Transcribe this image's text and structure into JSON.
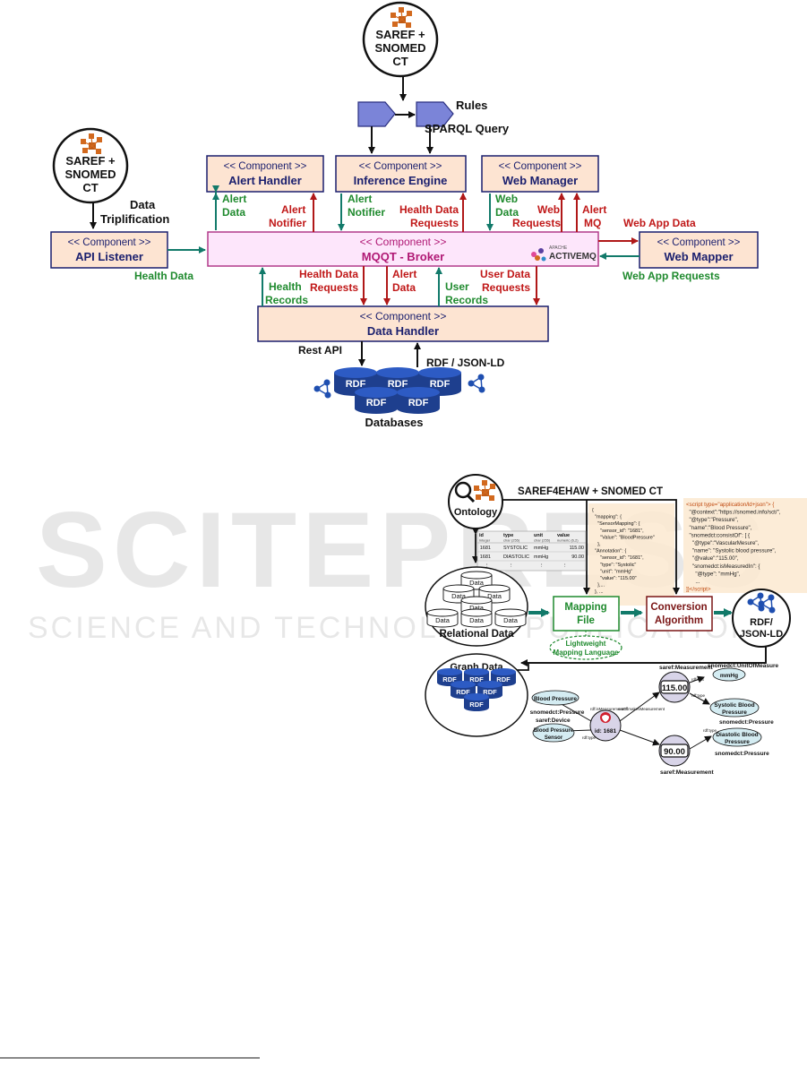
{
  "top_ontology": {
    "line1": "SAREF +",
    "line2": "SNOMED",
    "line3": "CT"
  },
  "left_ontology": {
    "line1": "SAREF +",
    "line2": "SNOMED",
    "line3": "CT"
  },
  "rules_label": "Rules",
  "sparql_label": "SPARQL Query",
  "stereotype": "<< Component >>",
  "components": {
    "alert_handler": "Alert Handler",
    "inference_engine": "Inference Engine",
    "web_manager": "Web Manager",
    "api_listener": "API Listener",
    "broker": "MQQT - Broker",
    "web_mapper": "Web Mapper",
    "data_handler": "Data Handler"
  },
  "activemq": {
    "apache": "APACHE",
    "name": "ACTIVEMQ"
  },
  "labels": {
    "data_triplification_1": "Data",
    "data_triplification_2": "Triplification",
    "health_data": "Health Data",
    "alert_data_1": "Alert",
    "alert_data_2": "Data",
    "alert_notifier_1": "Alert",
    "alert_notifier_2": "Notifier",
    "ie_alert_1": "Alert",
    "ie_notifier_2": "Notifier",
    "hdr_1": "Health Data",
    "hdr_2": "Requests",
    "web_data_1": "Web",
    "web_data_2": "Data",
    "web_req_1": "Web",
    "web_req_2": "Requests",
    "wm_alert_1": "Alert",
    "wm_alert_2": "MQ",
    "web_app_data": "Web App Data",
    "web_app_requests": "Web App Requests",
    "health_records_1": "Health",
    "health_records_2": "Records",
    "dh_hdr_1": "Health Data",
    "dh_hdr_2": "Requests",
    "dh_alert_1": "Alert",
    "dh_alert_2": "Data",
    "user_records_1": "User",
    "user_records_2": "Records",
    "udr_1": "User Data",
    "udr_2": "Requests",
    "rest_api": "Rest API",
    "rdf_jsonld": "RDF / JSON-LD",
    "rdf": "RDF",
    "databases": "Databases"
  },
  "bottom": {
    "ontology": "Ontology",
    "saref_title": "SAREF4EHAW + SNOMED CT",
    "table_headers": [
      {
        "name": "id",
        "type": "integer"
      },
      {
        "name": "type",
        "type": "char (255)"
      },
      {
        "name": "unit",
        "type": "char (255)"
      },
      {
        "name": "value",
        "type": "numeric (6,2)"
      }
    ],
    "table_rows": [
      [
        "1681",
        "SYSTOLIC",
        "mmHg",
        "115.00"
      ],
      [
        "1681",
        "DIASTOLIC",
        "mmHg",
        "90.00"
      ],
      [
        "⋮",
        "⋮",
        "⋮",
        "⋮"
      ]
    ],
    "mapping_json": [
      "{",
      "  \"mapping\": {",
      "    \"SensorMapping\": {",
      "      \"sensor_id\": \"1681\",",
      "      \"Value\": \"BloodPressure\"",
      "    },",
      "  \"Annotation\": {",
      "      \"sensor_id\": \"1681\",",
      "      \"type\": \"Systolic\"",
      "      \"unit\": \"mmHg\"",
      "      \"value\": \"115.00\"",
      "    },...",
      "  }, ...",
      "}"
    ],
    "jsonld_lines": [
      "<script type=\"application/ld+json\"> {",
      "  \"@context\":\"https://snomed.info/sct/\",",
      "  \"@type\":\"Pressure\",",
      "  \"name\":\"Blood Pressure\",",
      "  \"snomedct:consistOf\": [ {",
      "    \"@type\":\"VascularMesure\",",
      "    \"name\": \"Systolic blood pressure\",",
      "    \"@value\":\"115.00\",",
      "    \"snomedct:isMeasuredIn\": {",
      "      \"@type\": \"mmHg\",",
      "      ...",
      "]}</script>"
    ],
    "data_label": "Data",
    "relational_data": "Relational Data",
    "mapping_file_1": "Mapping",
    "mapping_file_2": "File",
    "conversion_1": "Conversion",
    "conversion_2": "Algorithm",
    "rdf_jsonld_1": "RDF/",
    "rdf_jsonld_2": "JSON-LD",
    "lightweight_1": "Lightweight",
    "lightweight_2": "Mapping Language",
    "graph_data": "Graph Data",
    "graph": {
      "blood_pressure": "Blood Pressure",
      "snomed_pressure": "snomedct:Pressure",
      "is_measurement_of": "rdf:isMeasurementOf",
      "saref_device": "saref:Device",
      "bp_sensor_1": "Blood Pressure",
      "bp_sensor_2": "Sensor",
      "rdf_type": "rdf:type",
      "id": "id: 1681",
      "makes_measurement": "saref:makesMeasurement",
      "saref_measurement": "saref:Measurement",
      "val1": "115.00",
      "val2": "90.00",
      "unit_of_measure": "snomedct:UnitOfMeasure",
      "mmhg": "mmHg",
      "rdf_unit": "rdf:unit",
      "systolic_1": "Systolic Blood",
      "systolic_2": "Pressure",
      "diastolic_1": "Diastolic Blood",
      "diastolic_2": "Pressure",
      "snomed_pressure2": "snomedct:Pressure",
      "snomed_pressure3": "snomedct:Pressure"
    }
  },
  "watermark_text": "SCITEPRESS",
  "watermark_sub": "SCIENCE AND TECHNOLOGY PUBLICATIONS"
}
